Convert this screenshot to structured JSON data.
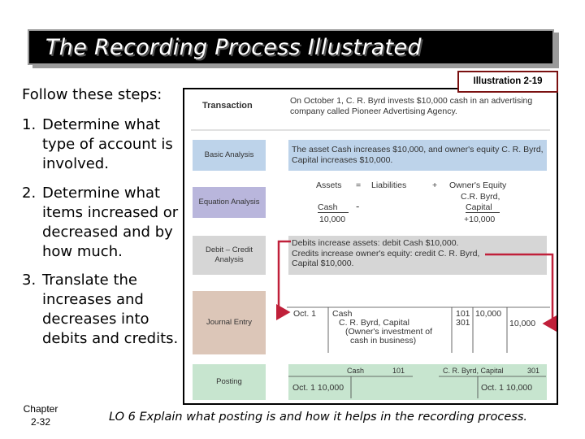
{
  "title": "The Recording Process Illustrated",
  "intro": "Follow these steps:",
  "steps": [
    {
      "num": "1.",
      "text": "Determine what type of account is involved."
    },
    {
      "num": "2.",
      "text": "Determine what items increased or decreased and by how much."
    },
    {
      "num": "3.",
      "text": "Translate the increases and decreases into debits and credits."
    }
  ],
  "footer": {
    "chapter_line1": "Chapter",
    "chapter_line2": "2-32",
    "objective": "LO 6  Explain what posting is and how it helps in the recording process."
  },
  "illustration": {
    "label": "Illustration 2-19",
    "transaction_heading": "Transaction",
    "transaction_text": "On October 1, C. R. Byrd invests $10,000 cash in an advertising company called Pioneer Advertising Agency.",
    "rows": {
      "basic_analysis": "Basic Analysis",
      "equation_analysis": "Equation Analysis",
      "debit_credit_analysis": "Debit – Credit Analysis",
      "journal_entry": "Journal Entry",
      "posting": "Posting"
    },
    "basic_analysis_text": "The asset Cash increases $10,000, and owner's equity C. R. Byrd, Capital increases $10,000.",
    "equation": {
      "assets": "Assets",
      "equals": "=",
      "liabilities": "Liabilities",
      "plus": "+",
      "owners_equity": "Owner's Equity",
      "cash_label": "Cash",
      "cash_value": "10,000",
      "dash": "-",
      "capital_label_1": "C.R. Byrd,",
      "capital_label_2": "Capital",
      "capital_value": "+10,000"
    },
    "debit_credit_lines": [
      "Debits increase assets: debit Cash $10,000.",
      "Credits increase owner's equity: credit C. R. Byrd,",
      "Capital $10,000."
    ],
    "journal": {
      "date": "Oct. 1",
      "debit_account": "Cash",
      "credit_account": "C. R. Byrd, Capital",
      "explanation_1": "(Owner's investment of",
      "explanation_2": "cash in business)",
      "ref_debit": "101",
      "ref_credit": "301",
      "debit_amount": "10,000",
      "credit_amount": "10,000"
    },
    "posting": {
      "cash_title": "Cash",
      "cash_no": "101",
      "cash_entry": "Oct. 1 10,000",
      "capital_title": "C. R. Byrd, Capital",
      "capital_no": "301",
      "capital_entry": "Oct. 1 10,000"
    }
  }
}
